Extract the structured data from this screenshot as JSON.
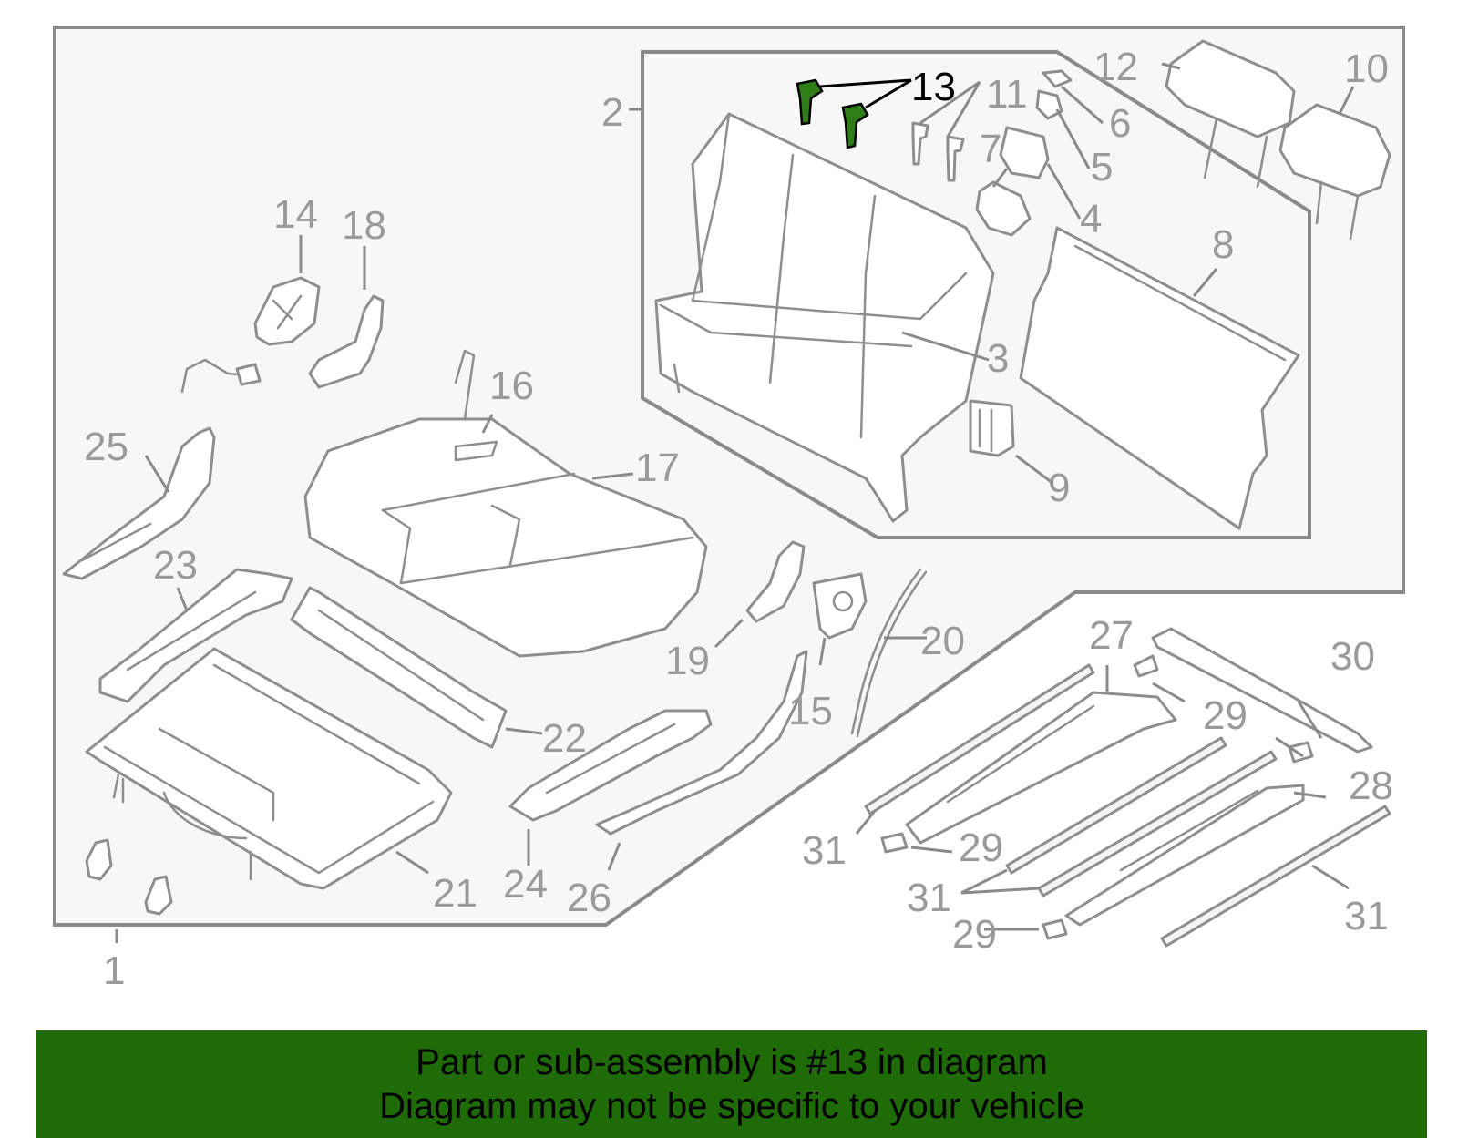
{
  "labels": {
    "p1": "1",
    "p2": "2",
    "p3": "3",
    "p4": "4",
    "p5": "5",
    "p6": "6",
    "p7": "7",
    "p8": "8",
    "p9": "9",
    "p10": "10",
    "p11": "11",
    "p12": "12",
    "p13": "13",
    "p14": "14",
    "p15": "15",
    "p16": "16",
    "p17": "17",
    "p18": "18",
    "p19": "19",
    "p20": "20",
    "p21": "21",
    "p22": "22",
    "p23": "23",
    "p24": "24",
    "p25": "25",
    "p26": "26",
    "p27": "27",
    "p28": "28",
    "p29": "29",
    "p30": "30",
    "p31": "31"
  },
  "highlight_part": "13",
  "colors": {
    "banner_background": "#1f6b07",
    "highlight_part": "#2e7d18",
    "line_art": "#8e8e8e",
    "label_text": "#9a9a9a"
  },
  "banner": {
    "line1": "Part or sub-assembly is #13 in diagram",
    "line2": "Diagram may not be specific to your vehicle"
  }
}
